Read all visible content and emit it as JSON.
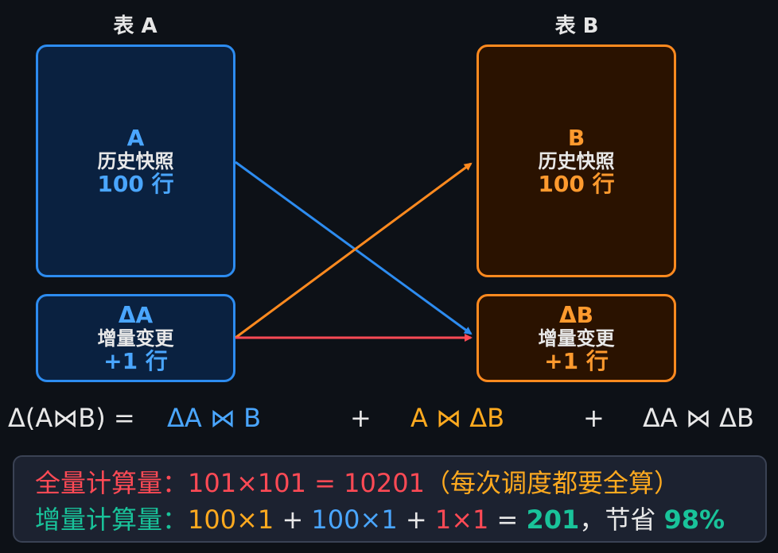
{
  "tableA": {
    "title": "表 A",
    "name": "A",
    "desc": "历史快照",
    "rows": "100 行",
    "delta_name": "ΔA",
    "delta_desc": "增量变更",
    "delta_rows": "+1 行"
  },
  "tableB": {
    "title": "表 B",
    "name": "B",
    "desc": "历史快照",
    "rows": "100 行",
    "delta_name": "ΔB",
    "delta_desc": "增量变更",
    "delta_rows": "+1 行"
  },
  "formula": {
    "lhs": "Δ(A⋈B) =",
    "t1": "ΔA ⋈ B",
    "plus1": "+",
    "t2": "A ⋈ ΔB",
    "plus2": "+",
    "t3": "ΔA ⋈ ΔB"
  },
  "summary": {
    "full_label": "全量计算量：",
    "full_expr": "101×101 = 10201",
    "full_note": "（每次调度都要全算）",
    "inc_label": "增量计算量：",
    "inc_t1": "100×1",
    "inc_plus1": " + ",
    "inc_t2": "100×1",
    "inc_plus2": " + ",
    "inc_t3": "1×1",
    "inc_eq": " = ",
    "inc_total": "201",
    "inc_sep": "，节省 ",
    "inc_saving": "98%"
  },
  "colors": {
    "blue": "#2d8cf0",
    "orange": "#ff8a1f",
    "red": "#ff4a55",
    "green": "#19c39a"
  }
}
